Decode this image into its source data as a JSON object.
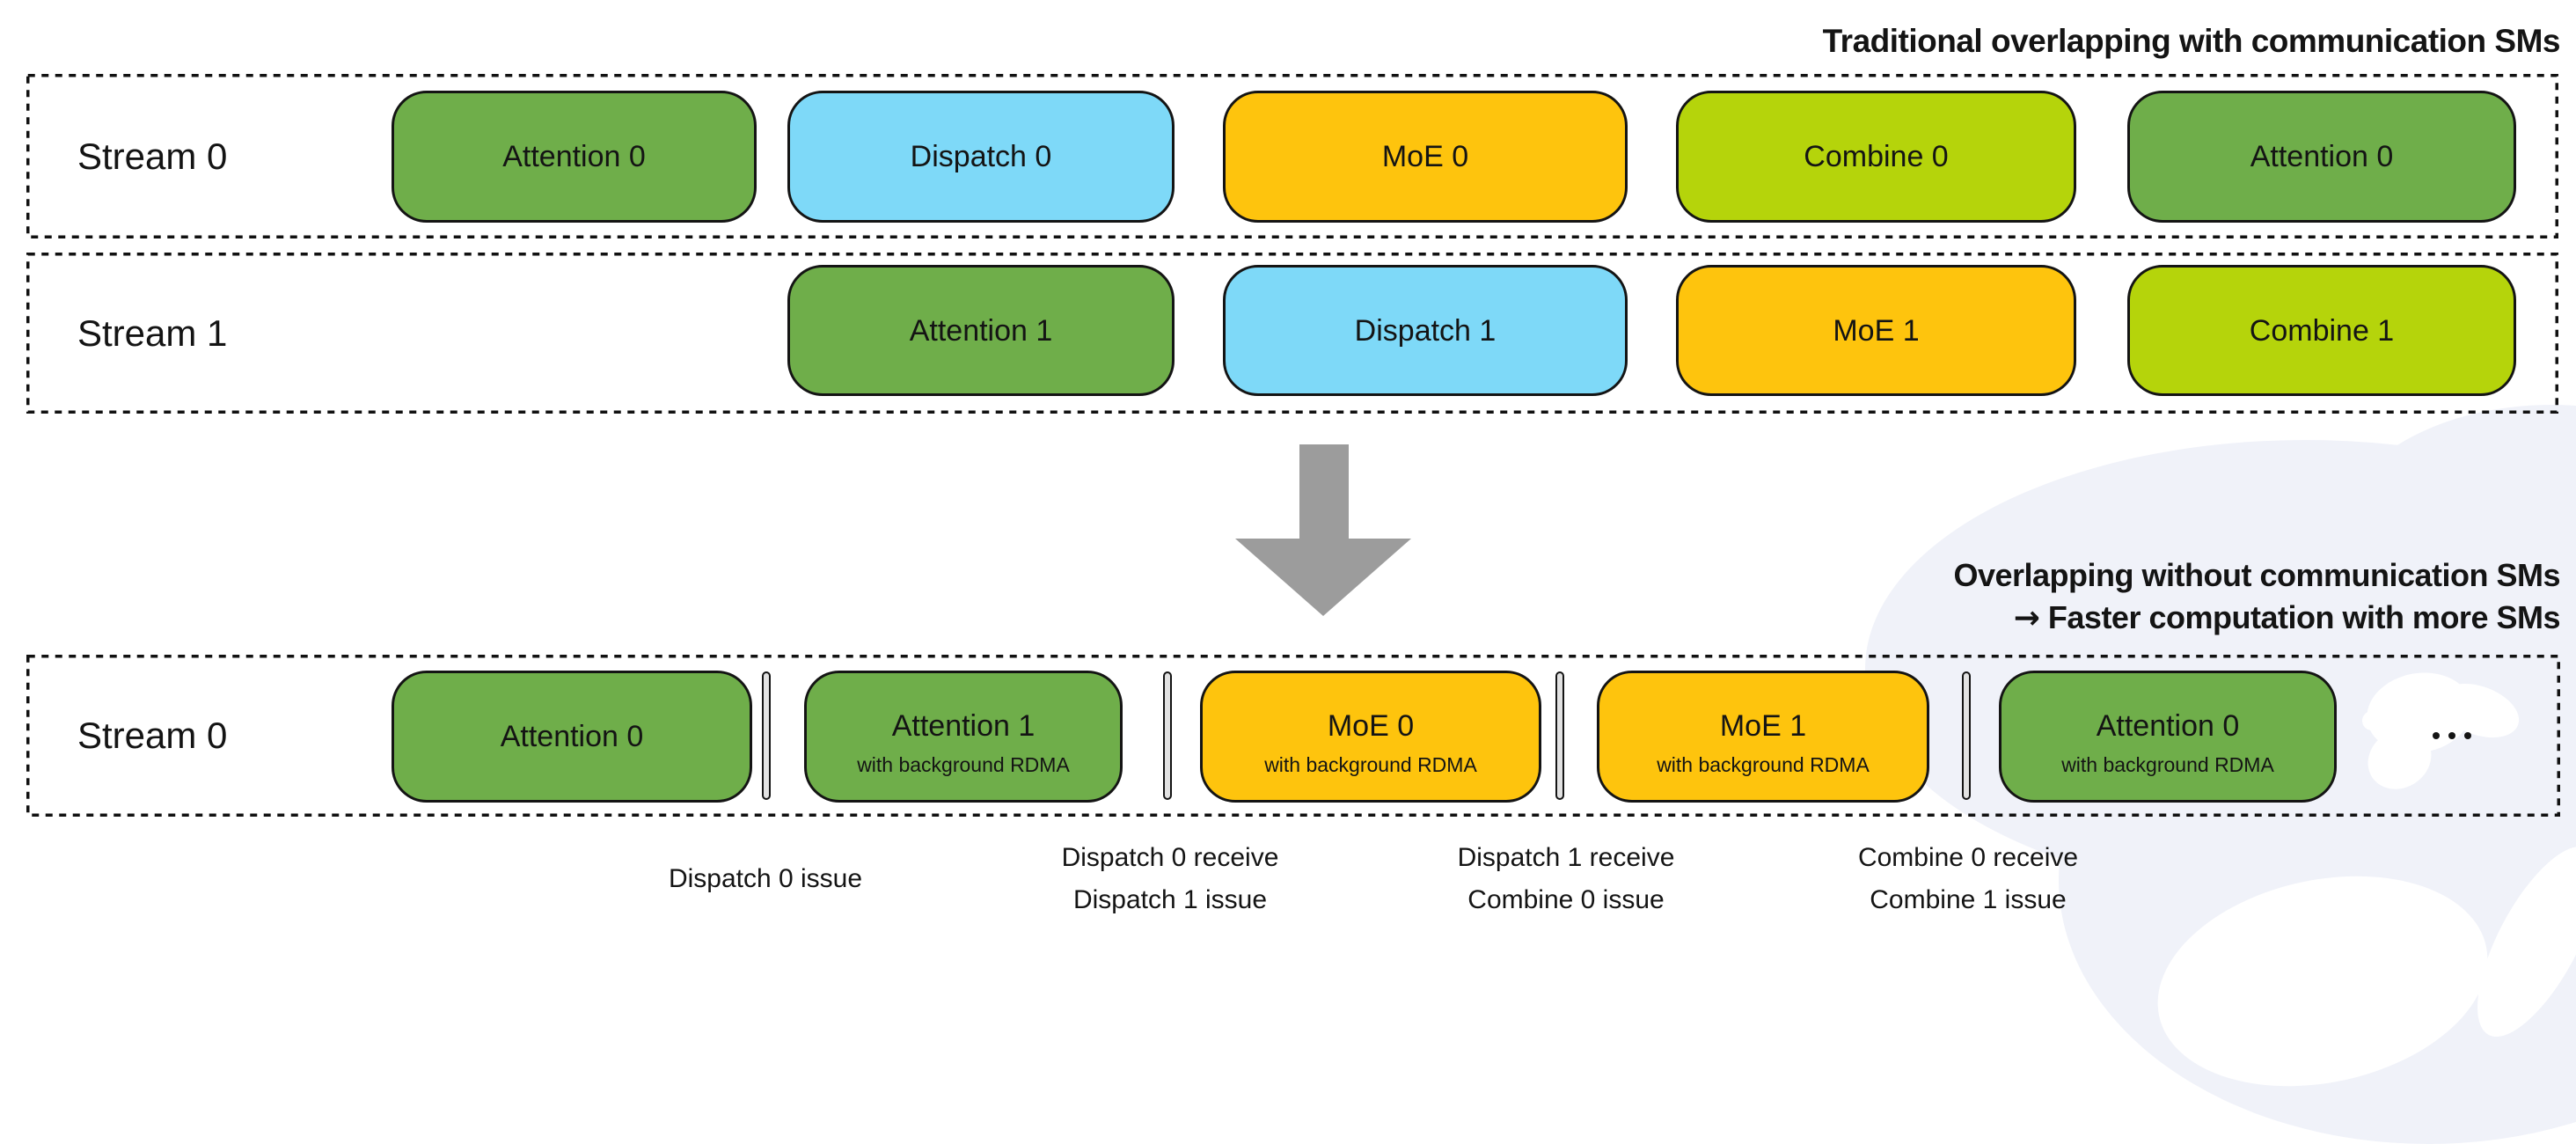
{
  "title": "Traditional overlapping with communication SMs",
  "mid_caption": {
    "line1": "Overlapping without communication SMs",
    "line2": "→ Faster computation with more SMs"
  },
  "colors": {
    "green": "#6fae4a",
    "blue": "#7ed9f8",
    "amber": "#fec40d",
    "lime": "#b5d40b",
    "separator_fill": "#e2e2e2",
    "arrow_gray": "#9c9c9c",
    "outline_black": "#141414",
    "watermark_blue": "#f0f2f9"
  },
  "rows": [
    {
      "label": "Stream 0",
      "blocks": [
        {
          "text": "Attention 0",
          "color": "green"
        },
        {
          "text": "Dispatch 0",
          "color": "blue"
        },
        {
          "text": "MoE 0",
          "color": "amber"
        },
        {
          "text": "Combine 0",
          "color": "lime"
        },
        {
          "text": "Attention 0",
          "color": "green"
        }
      ]
    },
    {
      "label": "Stream 1",
      "blocks": [
        {
          "text": "Attention 1",
          "color": "green"
        },
        {
          "text": "Dispatch 1",
          "color": "blue"
        },
        {
          "text": "MoE 1",
          "color": "amber"
        },
        {
          "text": "Combine 1",
          "color": "lime"
        }
      ]
    },
    {
      "label": "Stream 0",
      "blocks": [
        {
          "text": "Attention 0",
          "color": "green"
        },
        {
          "text": "Attention 1",
          "color": "green",
          "subtext": "with background RDMA"
        },
        {
          "text": "MoE 0",
          "color": "amber",
          "subtext": "with background RDMA"
        },
        {
          "text": "MoE 1",
          "color": "amber",
          "subtext": "with background RDMA"
        },
        {
          "text": "Attention 0",
          "color": "green",
          "subtext": "with background RDMA"
        }
      ],
      "ellipsis": "..."
    }
  ],
  "annotations": [
    {
      "lines": [
        "Dispatch 0 issue"
      ]
    },
    {
      "lines": [
        "Dispatch 0 receive",
        "Dispatch 1 issue"
      ]
    },
    {
      "lines": [
        "Dispatch 1 receive",
        "Combine 0 issue"
      ]
    },
    {
      "lines": [
        "Combine 0 receive",
        "Combine 1 issue"
      ]
    }
  ]
}
